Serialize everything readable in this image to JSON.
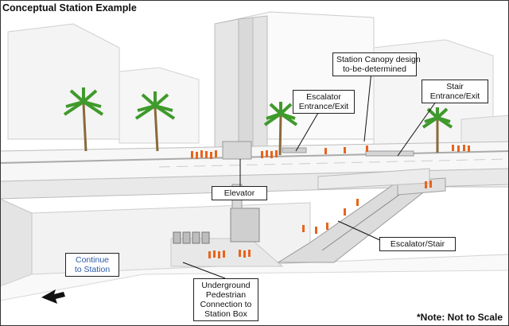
{
  "title": "Conceptual Station Example",
  "note": "*Note: Not to Scale",
  "labels": {
    "canopy_line1": "Station Canopy design",
    "canopy_line2": "to-be-determined",
    "escalator_line1": "Escalator",
    "escalator_line2": "Entrance/Exit",
    "stair_line1": "Stair",
    "stair_line2": "Entrance/Exit",
    "elevator": "Elevator",
    "escalator_stair": "Escalator/Stair",
    "continue_line1": "Continue",
    "continue_line2": "to Station",
    "underground_line1": "Underground",
    "underground_line2": "Pedestrian",
    "underground_line3": "Connection to",
    "underground_line4": "Station Box"
  },
  "colors": {
    "label_blue": "#2a5aa8",
    "people": "#e8641c",
    "palm_green": "#3f9a2c",
    "trunk": "#8a6a3a"
  }
}
